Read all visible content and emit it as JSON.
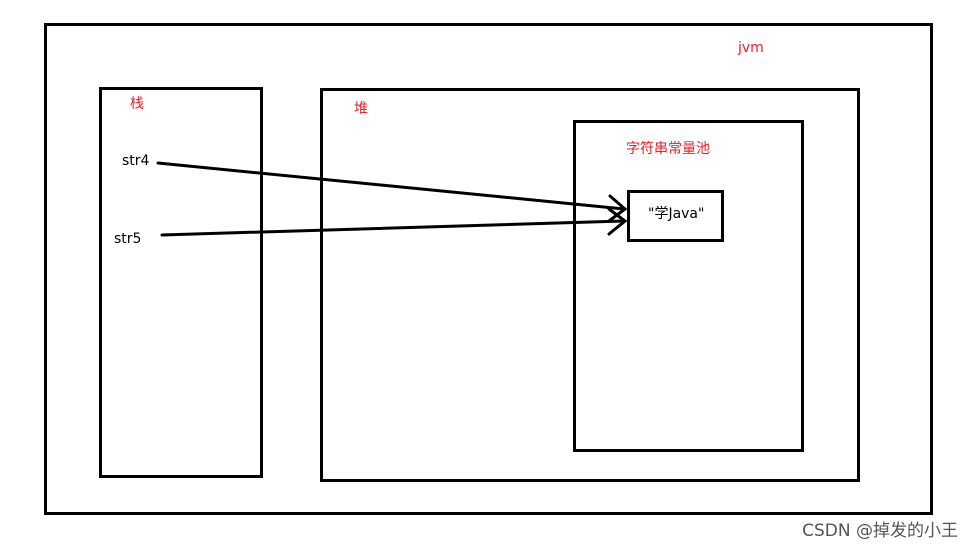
{
  "colors": {
    "label_red": "#e8212a",
    "line": "#000000",
    "watermark": "#555555"
  },
  "jvm": {
    "label": "jvm"
  },
  "stack": {
    "label": "栈"
  },
  "heap": {
    "label": "堆"
  },
  "string_pool": {
    "label": "字符串常量池"
  },
  "string_value": {
    "text": "\"学Java\""
  },
  "variables": [
    {
      "name": "str4"
    },
    {
      "name": "str5"
    }
  ],
  "watermark": {
    "text": "CSDN @掉发的小王"
  }
}
